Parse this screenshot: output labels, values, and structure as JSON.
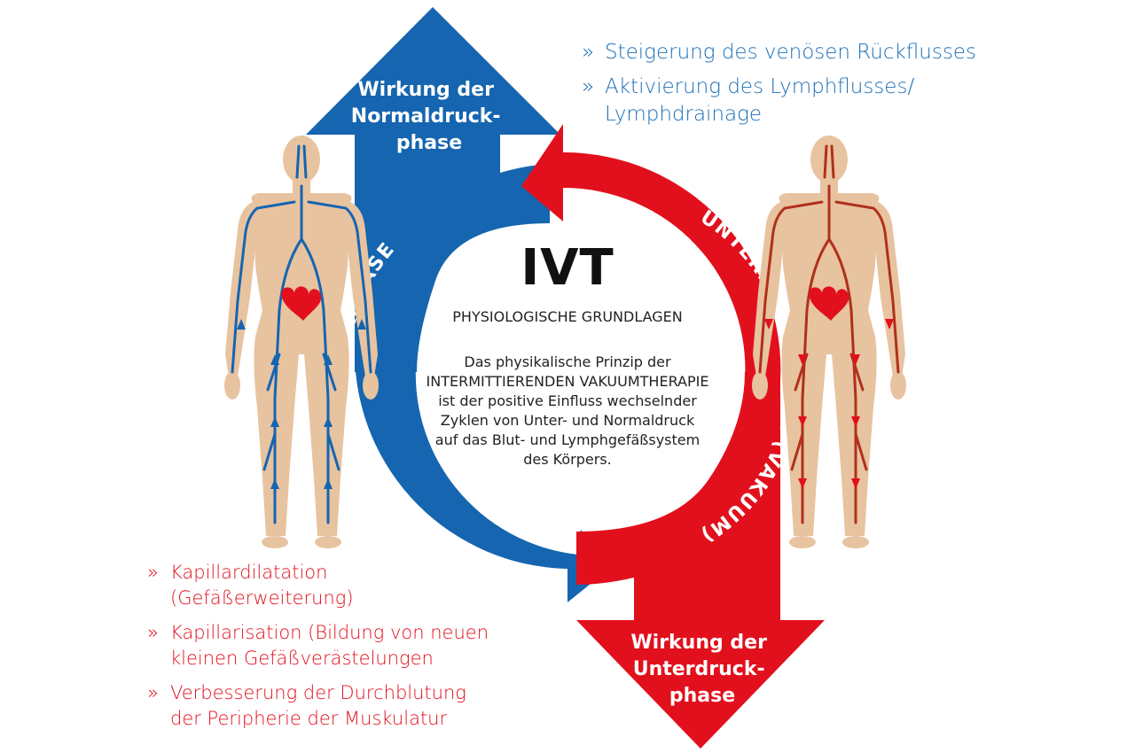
{
  "colors": {
    "blue": "#1565b0",
    "red": "#e2101c",
    "skin": "#e8c3a0",
    "text_blue": "#1c6fb5",
    "text_red": "#e2101c"
  },
  "center": {
    "title": "IVT",
    "subtitle": "PHYSIOLOGISCHE GRUNDLAGEN",
    "description_lines": [
      "Das physikalische Prinzip der",
      "INTERMITTIERENDEN VAKUUMTHERAPIE",
      "ist der positive Einfluss wechselnder",
      "Zyklen von Unter- und Normaldruck",
      "auf das Blut- und Lymphgefäßsystem",
      "des Körpers."
    ]
  },
  "up_arrow": {
    "label_lines": [
      "Wirkung der",
      "Normaldruck-",
      "phase"
    ]
  },
  "down_arrow": {
    "label_lines": [
      "Wirkung der",
      "Unterdruck-",
      "phase"
    ]
  },
  "arc_labels": {
    "blue": "NORMALDRUCKPHASE",
    "red": "UNTERDRUCKPHASE (VAKUUM)"
  },
  "blue_bullets": [
    {
      "marker": "»",
      "lines": [
        "Steigerung des venösen Rückflusses"
      ]
    },
    {
      "marker": "»",
      "lines": [
        "Aktivierung des Lymphflusses/",
        "Lymphdrainage"
      ]
    }
  ],
  "red_bullets": [
    {
      "marker": "»",
      "lines": [
        "Kapillardilatation",
        "(Gefäßerweiterung)"
      ]
    },
    {
      "marker": "»",
      "lines": [
        "Kapillarisation (Bildung von neuen",
        "kleinen Gefäßverästelungen"
      ]
    },
    {
      "marker": "»",
      "lines": [
        "Verbesserung der Durchblutung",
        "der Peripherie der Muskulatur"
      ]
    }
  ],
  "figures": {
    "left": "venous-system-body-icon",
    "right": "arterial-system-body-icon"
  }
}
